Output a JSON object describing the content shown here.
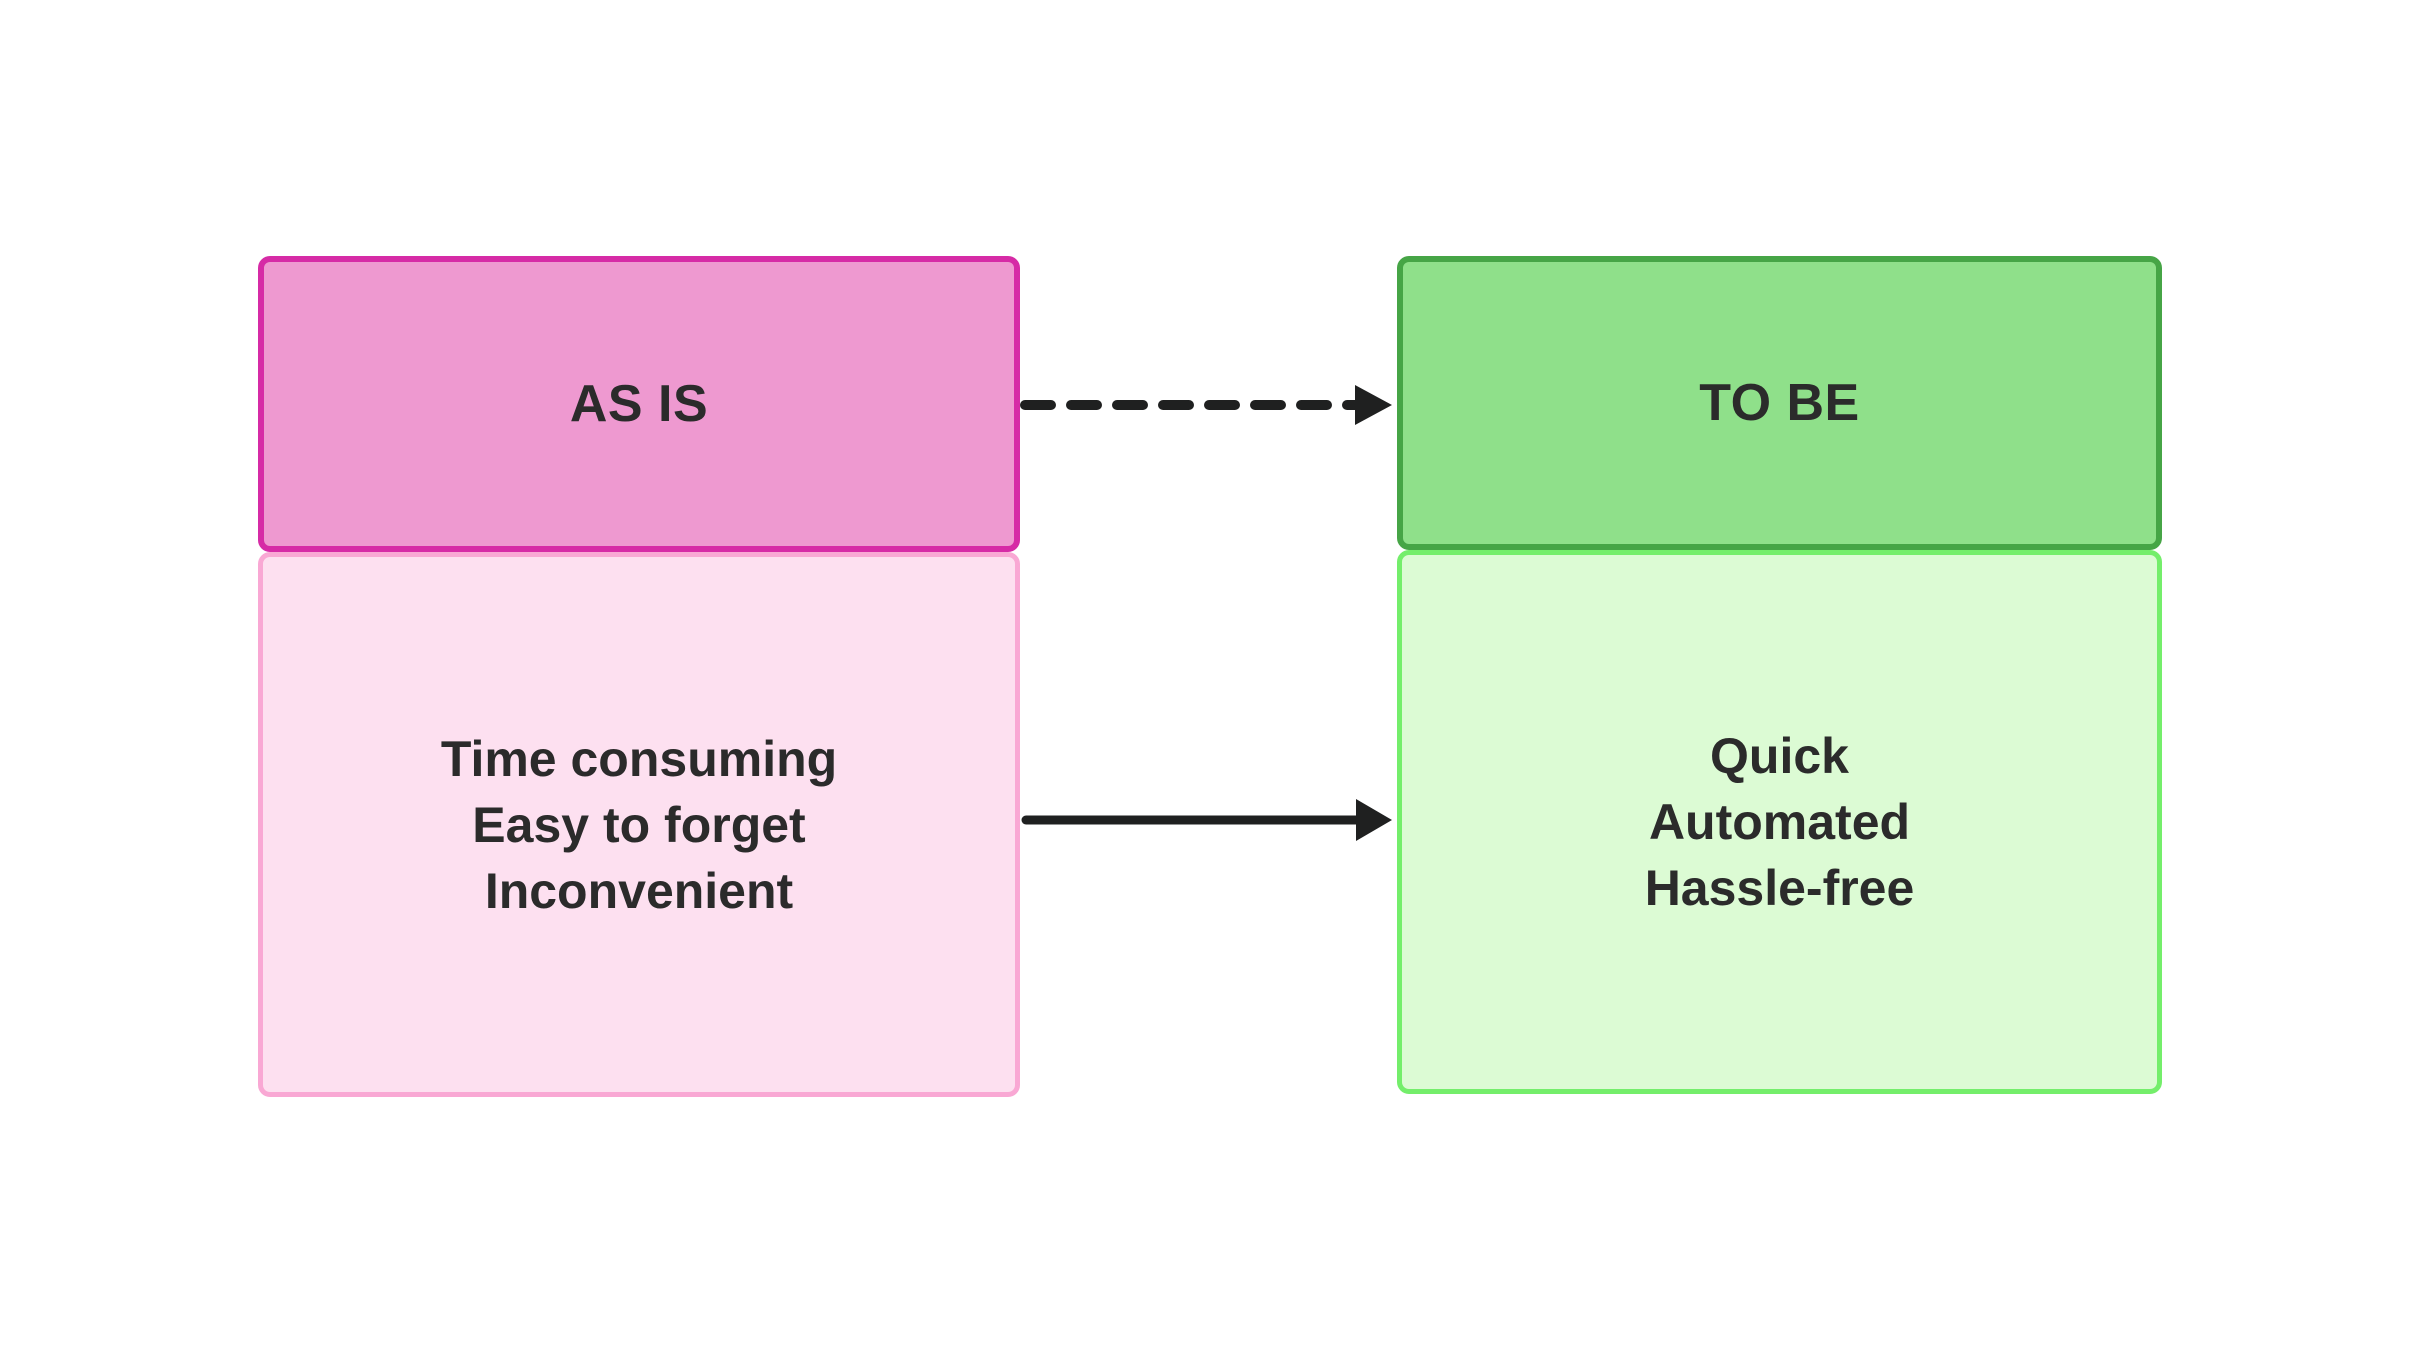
{
  "diagram": {
    "title": "AS IS / TO BE comparison",
    "background_color": "#ffffff",
    "text_color": "#2b2b2b"
  },
  "as_is": {
    "header_label": "AS IS",
    "header_fill": "#ee99d0",
    "header_border": "#d62ba6",
    "body_fill": "#fde0f0",
    "body_border": "#f9a8d4",
    "items": [
      "Time consuming",
      "Easy to forget",
      "Inconvenient"
    ]
  },
  "to_be": {
    "header_label": "TO BE",
    "header_fill": "#8fe08a",
    "header_border": "#46a546",
    "body_fill": "#dcfbd4",
    "body_border": "#74ee6b",
    "items": [
      "Quick",
      "Automated",
      "Hassle-free"
    ]
  },
  "connectors": [
    {
      "name": "header-transition-arrow",
      "style": "dashed",
      "direction": "left-to-right",
      "color": "#1f2020"
    },
    {
      "name": "body-transition-arrow",
      "style": "solid",
      "direction": "left-to-right",
      "color": "#1f2020"
    }
  ]
}
